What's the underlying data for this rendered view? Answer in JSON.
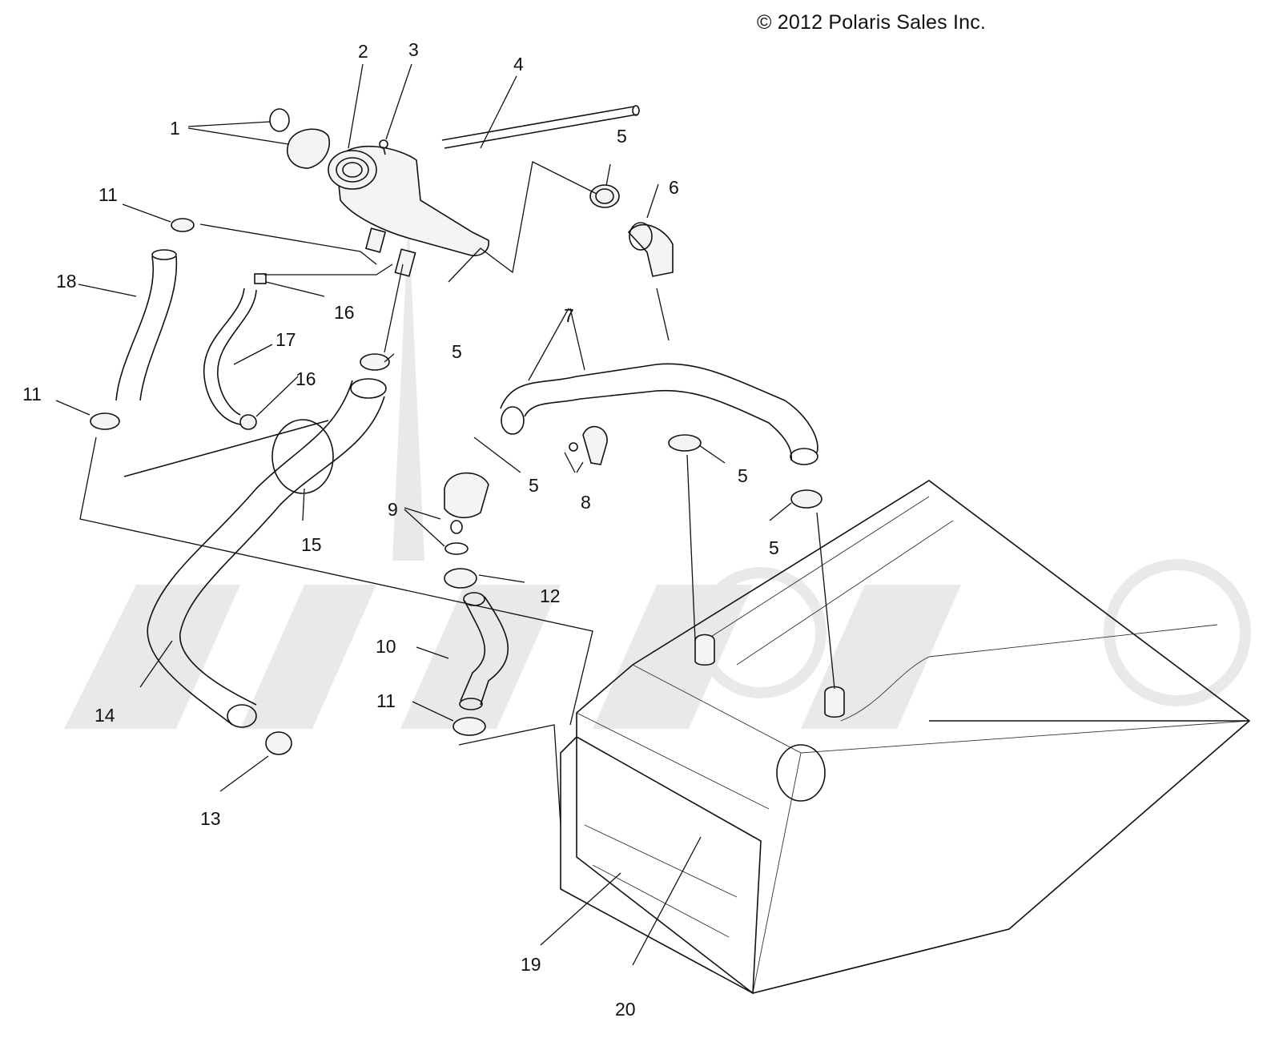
{
  "copyright": "© 2012 Polaris Sales Inc.",
  "callouts": [
    "1",
    "2",
    "3",
    "4",
    "5",
    "5",
    "5",
    "5",
    "5",
    "6",
    "7",
    "8",
    "9",
    "10",
    "11",
    "11",
    "11",
    "12",
    "13",
    "14",
    "15",
    "16",
    "16",
    "17",
    "18",
    "19",
    "20"
  ],
  "colors": {
    "line": "#111111",
    "watermark": "#e9e9e9",
    "background": "#ffffff"
  }
}
